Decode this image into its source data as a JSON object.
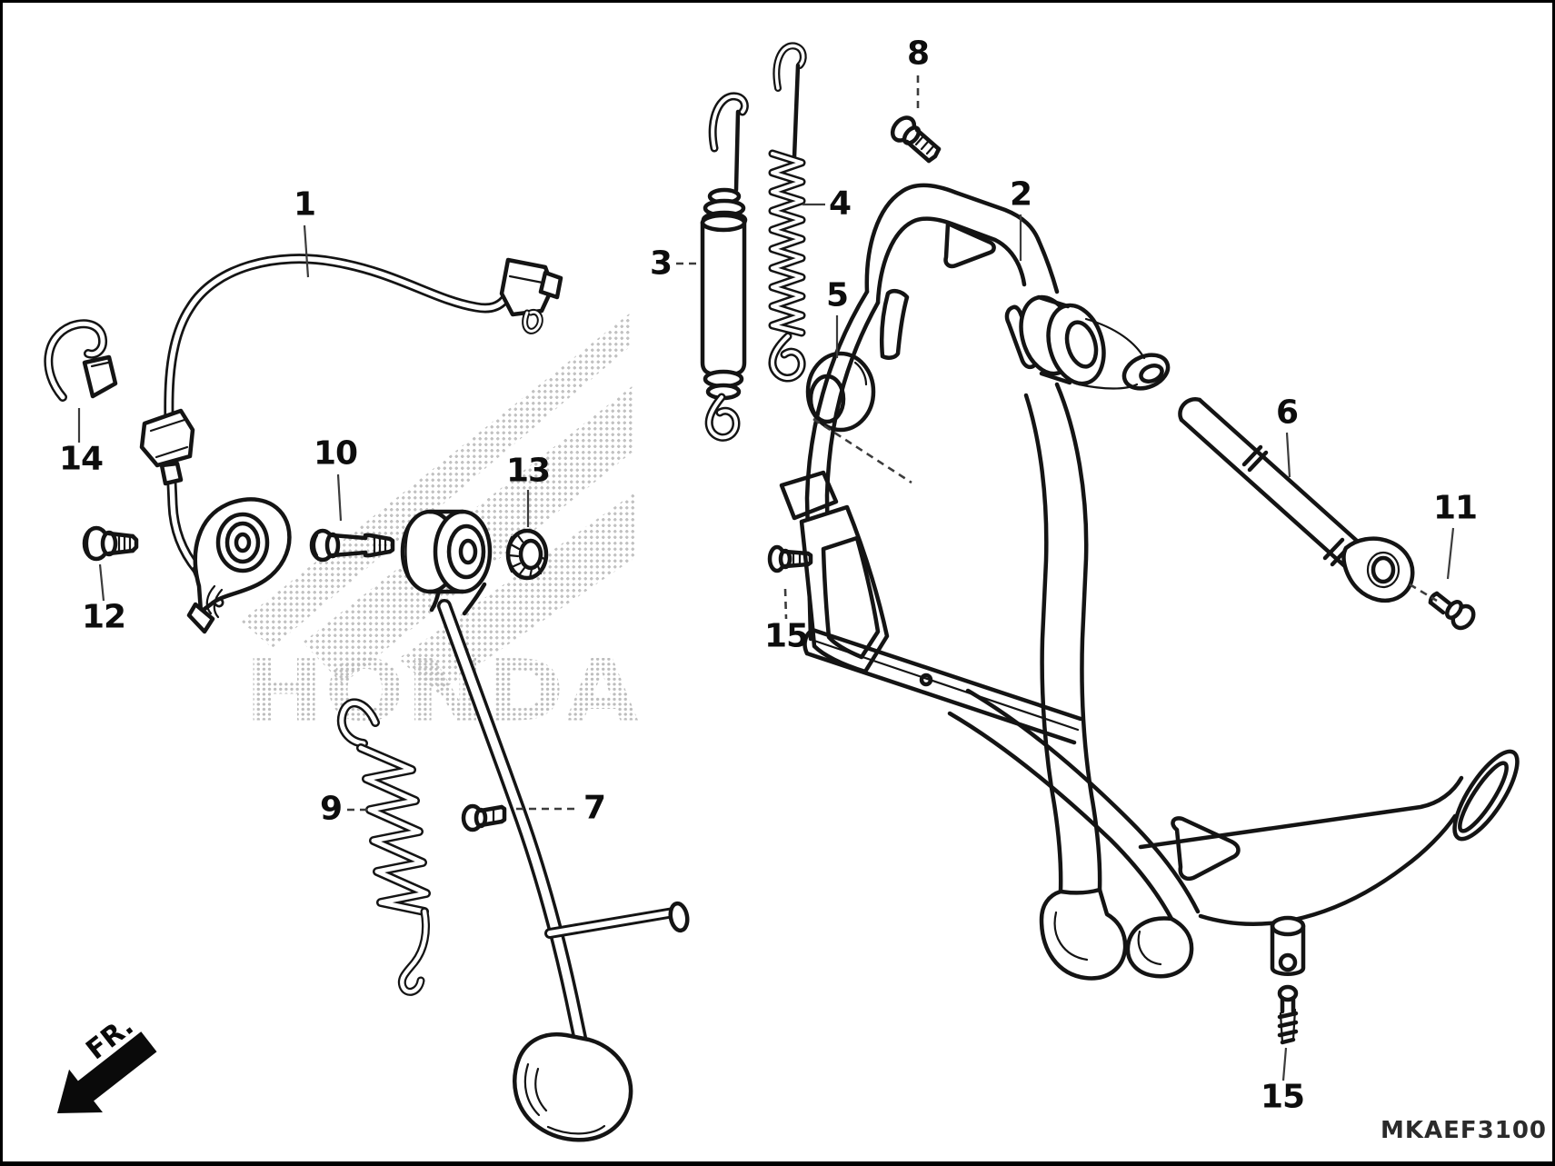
{
  "figure": {
    "code": "MKAEF3100",
    "direction_label": "FR.",
    "watermark_text": "HONDA"
  },
  "callouts": [
    {
      "id": "1",
      "text": "1"
    },
    {
      "id": "2",
      "text": "2"
    },
    {
      "id": "3",
      "text": "3"
    },
    {
      "id": "4",
      "text": "4"
    },
    {
      "id": "5",
      "text": "5"
    },
    {
      "id": "6",
      "text": "6"
    },
    {
      "id": "7",
      "text": "7"
    },
    {
      "id": "8",
      "text": "8"
    },
    {
      "id": "9",
      "text": "9"
    },
    {
      "id": "10",
      "text": "10"
    },
    {
      "id": "11",
      "text": "11"
    },
    {
      "id": "12",
      "text": "12"
    },
    {
      "id": "13",
      "text": "13"
    },
    {
      "id": "14",
      "text": "14"
    },
    {
      "id": "15-left",
      "text": "15"
    },
    {
      "id": "15-right",
      "text": "15"
    }
  ]
}
